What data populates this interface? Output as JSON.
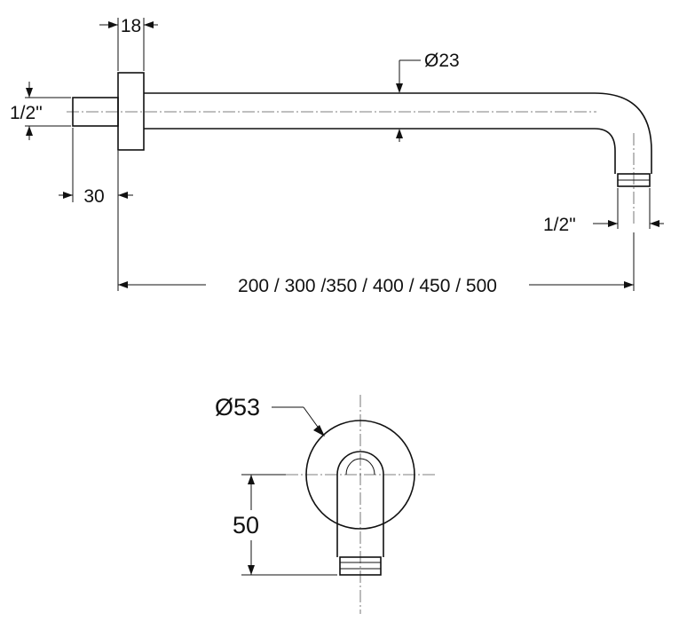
{
  "side_view": {
    "flange_width": "18",
    "pipe_diameter": "Ø23",
    "inlet_thread": "1/2\"",
    "inlet_length": "30",
    "outlet_thread": "1/2\"",
    "arm_lengths": "200 / 300 /350 / 400 / 450 / 500"
  },
  "front_view": {
    "flange_diameter": "Ø53",
    "outlet_height": "50"
  }
}
